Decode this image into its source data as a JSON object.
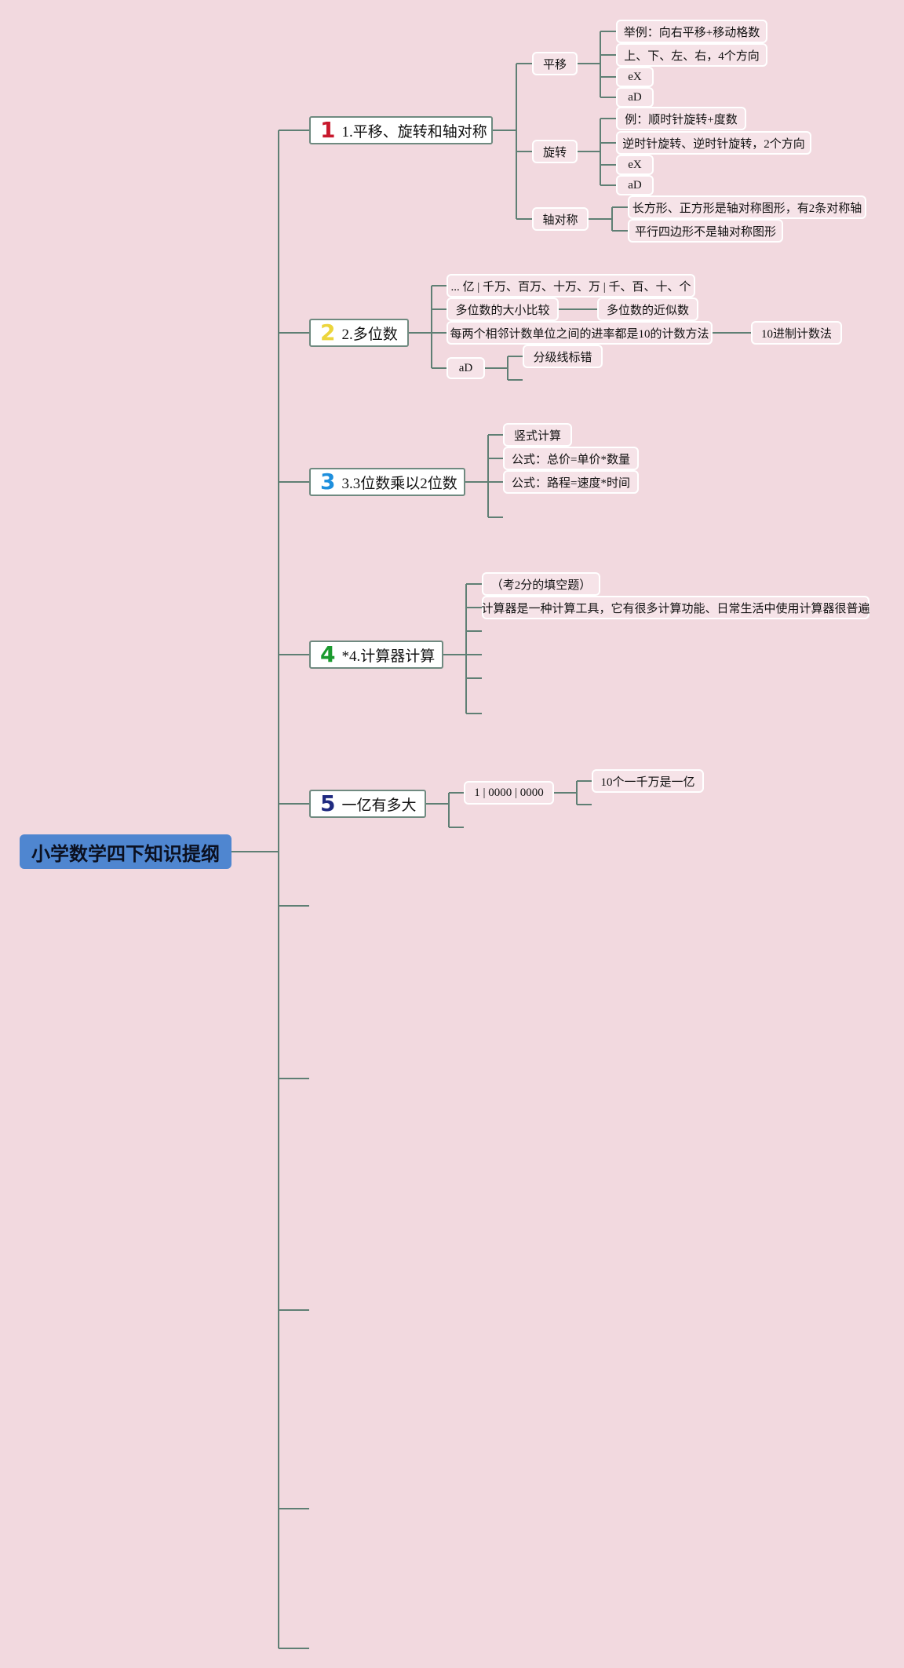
{
  "root": {
    "title": "小学数学四下知识提纲"
  },
  "branches": [
    {
      "num": "1",
      "num_color": "#c8192d",
      "label": "1.平移、旋转和轴对称",
      "children": [
        {
          "label": "平移",
          "items": [
            "举例：向右平移+移动格数",
            "上、下、左、右，4个方向",
            "eX",
            "aD"
          ]
        },
        {
          "label": "旋转",
          "items": [
            "例：顺时针旋转+度数",
            "逆时针旋转、逆时针旋转，2个方向",
            "eX",
            "aD"
          ]
        },
        {
          "label": "轴对称",
          "items": [
            "长方形、正方形是轴对称图形，有2条对称轴",
            "平行四边形不是轴对称图形"
          ]
        }
      ]
    },
    {
      "num": "2",
      "num_color": "#ecd53c",
      "label": "2.多位数",
      "children": [
        {
          "label": "... 亿 | 千万、百万、十万、万 | 千、百、十、个"
        },
        {
          "label": "多位数的大小比较",
          "next": "多位数的近似数"
        },
        {
          "label": "每两个相邻计数单位之间的进率都是10的计数方法",
          "next": "10进制计数法"
        },
        {
          "label": "aD",
          "items": [
            "分级线标错"
          ]
        }
      ]
    },
    {
      "num": "3",
      "num_color": "#1e8fdd",
      "label": "3.3位数乘以2位数",
      "children": [
        "竖式计算",
        "公式：总价=单价*数量",
        "公式：路程=速度*时间"
      ]
    },
    {
      "num": "4",
      "num_color": "#1a9a2e",
      "label": "*4.计算器计算",
      "children": [
        "（考2分的填空题）",
        "计算器是一种计算工具，它有很多计算功能、日常生活中使用计算器很普遍"
      ]
    },
    {
      "num": "5",
      "num_color": "#1f2a80",
      "label": "一亿有多大",
      "children": [
        {
          "label": "1 | 0000 | 0000",
          "items": [
            "10个一千万是一亿"
          ]
        }
      ]
    }
  ],
  "colors": {
    "background": "#f2d9df",
    "connector": "#5f7f74",
    "root_fill": "#4f86d0"
  }
}
